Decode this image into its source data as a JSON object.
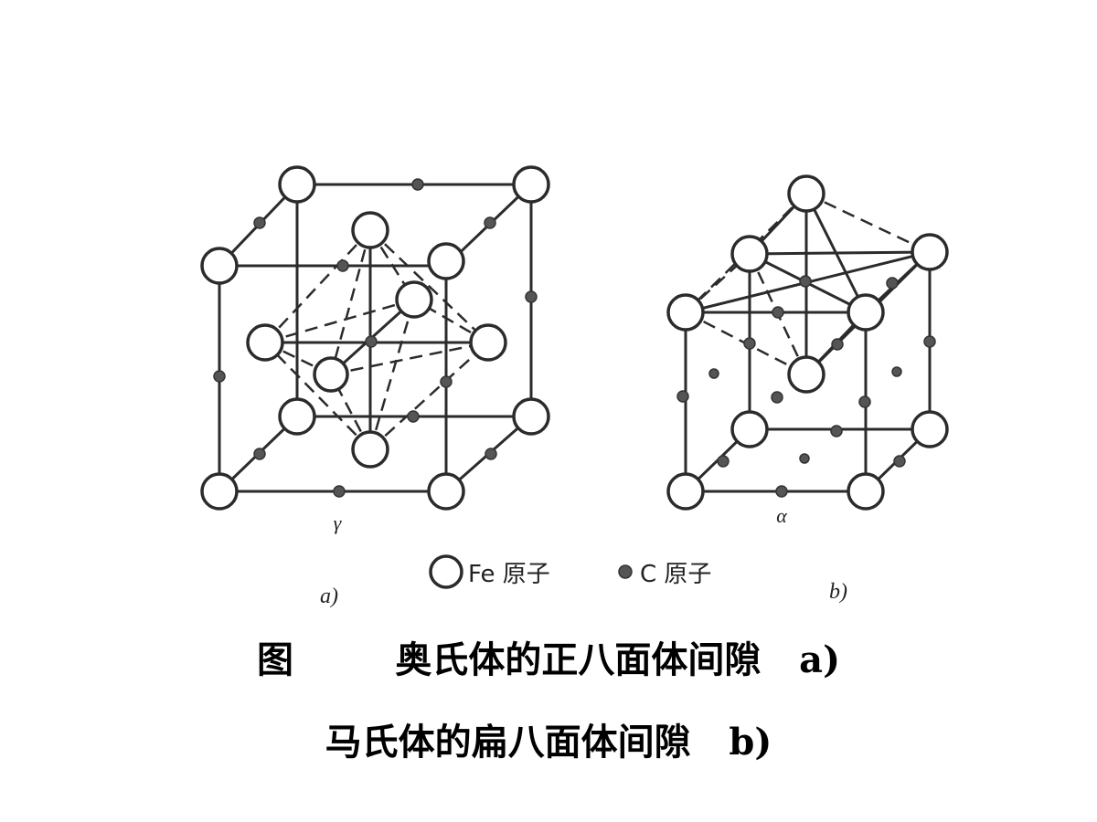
{
  "caption": {
    "line1": "图        奥氏体的正八面体间隙   a)",
    "line2": "马氏体的扁八面体间隙   b)"
  },
  "figure": {
    "a": {
      "phase_symbol": "γ",
      "sublabel": "a)"
    },
    "b": {
      "phase_symbol": "α",
      "sublabel": "b)"
    }
  },
  "legend": {
    "fe_label": "Fe 原子",
    "c_label": "C 原子"
  },
  "colors": {
    "ink": "#2b2b2b",
    "background": "#ffffff"
  }
}
